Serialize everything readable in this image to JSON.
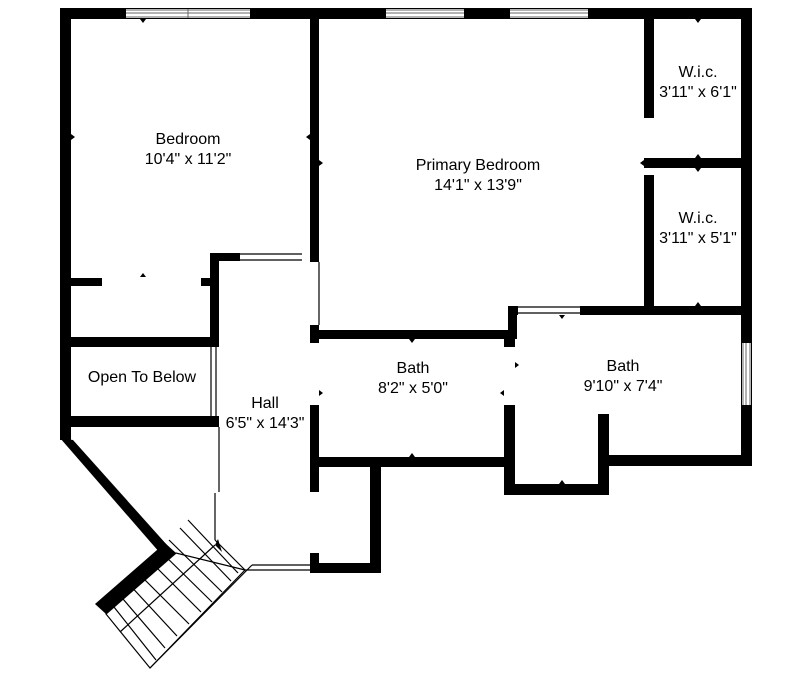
{
  "rooms": {
    "bedroom": {
      "name": "Bedroom",
      "dims": "10'4\" x 11'2\""
    },
    "primary_bedroom": {
      "name": "Primary Bedroom",
      "dims": "14'1\" x 13'9\""
    },
    "wic_top": {
      "name": "W.i.c.",
      "dims": "3'11\" x 6'1\""
    },
    "wic_bottom": {
      "name": "W.i.c.",
      "dims": "3'11\" x 5'1\""
    },
    "open_to_below": {
      "name": "Open To Below"
    },
    "hall": {
      "name": "Hall",
      "dims": "6'5\" x 14'3\""
    },
    "bath_left": {
      "name": "Bath",
      "dims": "8'2\" x 5'0\""
    },
    "bath_right": {
      "name": "Bath",
      "dims": "9'10\" x 7'4\""
    }
  },
  "colors": {
    "wall": "#000000",
    "background": "#ffffff",
    "window": "#666666"
  }
}
